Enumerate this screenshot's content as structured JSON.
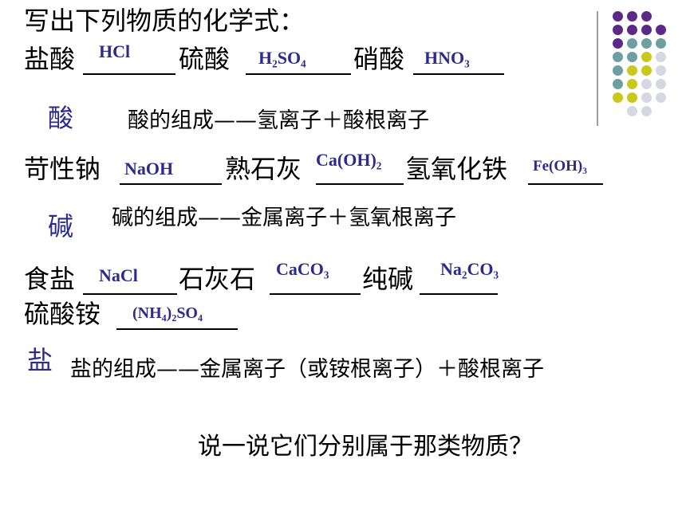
{
  "title": "写出下列物质的化学式：",
  "acid": {
    "items": [
      "盐酸",
      "硫酸",
      "硝酸"
    ],
    "answers": [
      "HCl",
      "H₂SO₄",
      "HNO₃"
    ],
    "category": "酸",
    "composition": "酸的组成——氢离子＋酸根离子"
  },
  "base": {
    "items": [
      "苛性钠",
      "熟石灰",
      "氢氧化铁"
    ],
    "answers": [
      "NaOH",
      "Ca(OH)₂",
      "Fe(OH)₃"
    ],
    "category": "碱",
    "composition": "碱的组成——金属离子＋氢氧根离子"
  },
  "salt": {
    "items": [
      "食盐",
      "石灰石",
      "纯碱",
      "硫酸铵"
    ],
    "answers": [
      "NaCl",
      "CaCO₃",
      "Na₂CO₃",
      "(NH₄)₂SO₄"
    ],
    "category": "盐",
    "composition": "盐的组成——金属离子（或铵根离子）＋酸根离子"
  },
  "question": "说一说它们分别属于那类物质？",
  "colors": {
    "text": "#000000",
    "answer": "#2e2a8c",
    "category": "#2e2a8c",
    "dot_purple": "#5b2a86",
    "dot_teal": "#6f9fa0",
    "dot_yellow": "#c8c81e",
    "dot_light": "#d7d7e3",
    "divider": "#9e9e9e"
  }
}
